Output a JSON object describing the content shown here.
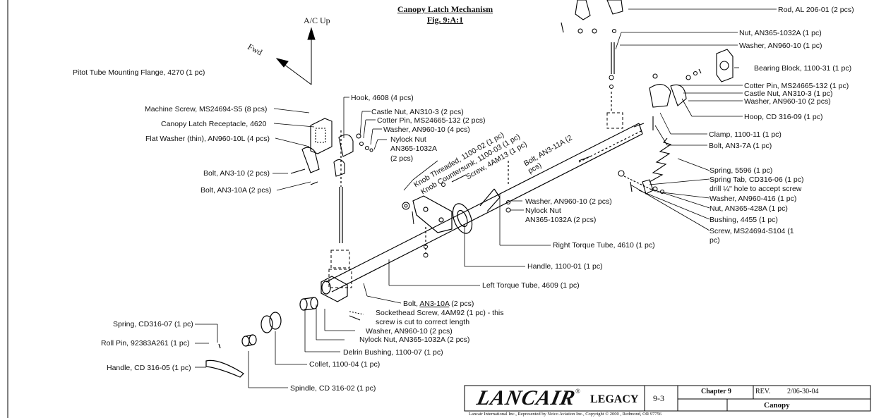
{
  "title": {
    "line1": "Canopy Latch Mechanism",
    "line2": "Fig. 9:A:1"
  },
  "directions": {
    "up": "A/C Up",
    "fwd": "Fwd"
  },
  "labels": {
    "rod": "Rod, AL 206-01 (2 pcs)",
    "nut_right": "Nut, AN365-1032A (1 pc)",
    "washer_right": "Washer, AN960-10 (1 pc)",
    "bearing_block": "Bearing Block, 1100-31 (1 pc)",
    "pitot": "Pitot Tube Mounting Flange, 4270 (1 pc)",
    "cotter_right": "Cotter Pin, MS24665-132 (1 pc)",
    "castle_right": "Castle Nut, AN310-3 (1 pc)",
    "washer_right2": "Washer, AN960-10 (2 pcs)",
    "hook": "Hook, 4608 (4 pcs)",
    "hoop": "Hoop, CD 316-09 (1 pc)",
    "machine_screw": "Machine Screw, MS24694-S5 (8 pcs)",
    "castle_left": "Castle Nut, AN310-3 (2 pcs)",
    "cotter_left": "Cotter Pin, MS24665-132 (2 pcs)",
    "receptacle": "Canopy Latch Receptacle, 4620",
    "washer_left": "Washer, AN960-10 (4 pcs)",
    "clamp": "Clamp, 1100-11 (1 pc)",
    "flat_washer": "Flat Washer (thin), AN960-10L (4 pcs)",
    "nylock_left_1": "Nylock Nut",
    "nylock_left_2": "AN365-1032A",
    "nylock_left_3": "(2 pcs)",
    "bolt_right": "Bolt, AN3-7A (1 pc)",
    "knob_threaded": "Knob Threaded, 1100-02 (1 pc)",
    "knob_countersunk": "Knob Countersunk, 1100-03 (1 pc)",
    "screw_4am13": "Screw, 4AM13 (1 pc)",
    "bolt_an3_11a": "Bolt, AN3-11A (2 pcs)",
    "spring_5596": "Spring, 5596 (1 pc)",
    "bolt_an3_10": "Bolt, AN3-10 (2 pcs)",
    "spring_tab_1": "Spring Tab, CD316-06 (1 pc)",
    "spring_tab_2": "drill ¼\" hole to accept screw",
    "bolt_an3_10a_upper": "Bolt, AN3-10A (2 pcs)",
    "washer_an960_416": "Washer, AN960-416 (1 pc)",
    "washer_mid": "Washer, AN960-10 (2 pcs)",
    "nut_an365_428a": "Nut, AN365-428A (1 pc)",
    "nylock_mid_1": "Nylock Nut",
    "nylock_mid_2": "AN365-1032A (2 pcs)",
    "bushing": "Bushing, 4455 (1 pc)",
    "screw_s104_1": "Screw, MS24694-S104 (1",
    "screw_s104_2": "pc)",
    "right_torque": "Right Torque Tube, 4610 (1 pc)",
    "handle_1100": "Handle, 1100-01 (1 pc)",
    "left_torque": "Left Torque Tube, 4609 (1 pc)",
    "bolt_lower_prefix": "Bolt, ",
    "bolt_lower_part": "AN3-10A",
    "bolt_lower_suffix": " (2 pcs)",
    "sockethead_1": "Sockethead Screw, 4AM92 (1 pc) - this",
    "sockethead_2": "screw is cut to correct length",
    "spring_cd316_07": "Spring, CD316-07 (1 pc)",
    "washer_lower": "Washer, AN960-10 (2 pcs)",
    "roll_pin": "Roll Pin, 92383A261 (1 pc)",
    "nylock_lower": "Nylock Nut, AN365-1032A (2 pcs)",
    "delrin": "Delrin Bushing, 1100-07 (1 pc)",
    "collet": "Collet, 1100-04 (1 pc)",
    "handle_cd316": "Handle, CD 316-05 (1 pc)",
    "spindle": "Spindle, CD 316-02 (1 pc)"
  },
  "title_block": {
    "brand": "LANCAIR",
    "registered": "®",
    "model": "LEGACY",
    "page": "9-3",
    "chapter": "Chapter 9",
    "rev_label": "REV.",
    "rev_value": "2/06-30-04",
    "section": "Canopy",
    "footer": "Lancair International Inc., Represented by Neico Aviation Inc., Copyright © 2000 , Redmond, OR 97756"
  }
}
